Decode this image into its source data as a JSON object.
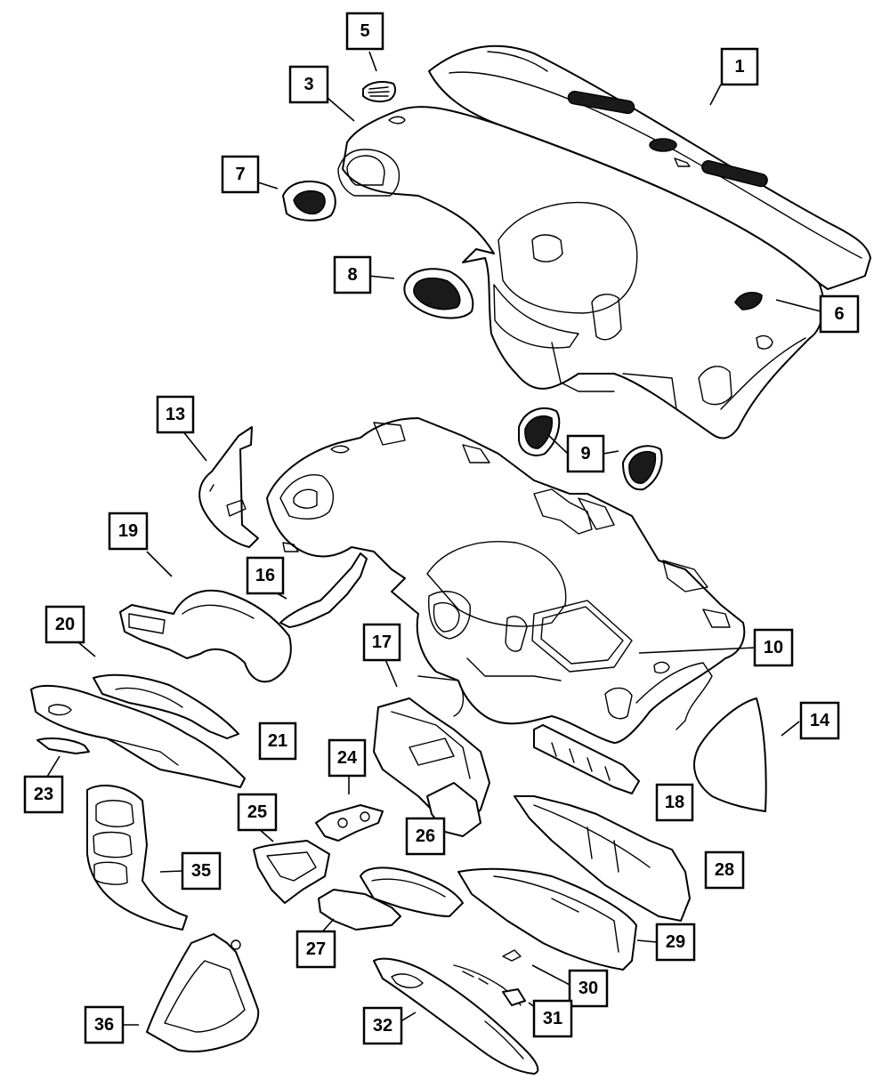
{
  "callouts": [
    {
      "id": "c1",
      "label": "1"
    },
    {
      "id": "c3",
      "label": "3"
    },
    {
      "id": "c5",
      "label": "5"
    },
    {
      "id": "c6",
      "label": "6"
    },
    {
      "id": "c7",
      "label": "7"
    },
    {
      "id": "c8",
      "label": "8"
    },
    {
      "id": "c9",
      "label": "9"
    },
    {
      "id": "c10",
      "label": "10"
    },
    {
      "id": "c13",
      "label": "13"
    },
    {
      "id": "c14",
      "label": "14"
    },
    {
      "id": "c16",
      "label": "16"
    },
    {
      "id": "c17",
      "label": "17"
    },
    {
      "id": "c18",
      "label": "18"
    },
    {
      "id": "c19",
      "label": "19"
    },
    {
      "id": "c20",
      "label": "20"
    },
    {
      "id": "c21",
      "label": "21"
    },
    {
      "id": "c23",
      "label": "23"
    },
    {
      "id": "c24",
      "label": "24"
    },
    {
      "id": "c25",
      "label": "25"
    },
    {
      "id": "c26",
      "label": "26"
    },
    {
      "id": "c27",
      "label": "27"
    },
    {
      "id": "c28",
      "label": "28"
    },
    {
      "id": "c29",
      "label": "29"
    },
    {
      "id": "c30",
      "label": "30"
    },
    {
      "id": "c31",
      "label": "31"
    },
    {
      "id": "c32",
      "label": "32"
    },
    {
      "id": "c35",
      "label": "35"
    },
    {
      "id": "c36",
      "label": "36"
    }
  ]
}
